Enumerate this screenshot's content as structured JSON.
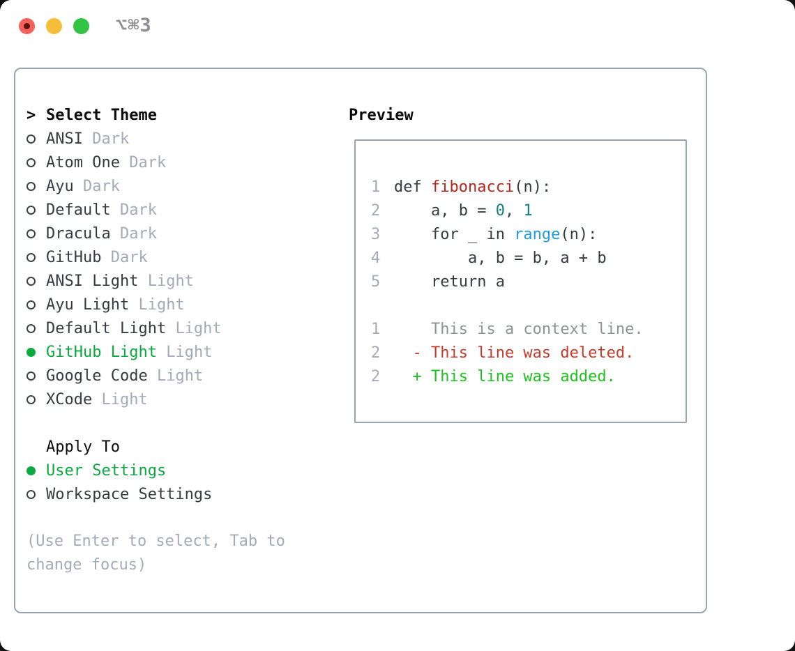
{
  "colors": {
    "accent-green": "#0aaa3f",
    "added-green": "#1dc31d",
    "deleted-red": "#c93a2a",
    "function-red": "#b7261b",
    "number-teal": "#0f807b",
    "builtin-blue": "#1f9ddf",
    "text-dark": "#363b42",
    "text-black": "#0b0b0b",
    "muted-gray": "#a3abb8",
    "context-gray": "#8e9399",
    "border-gray": "#9aa3b2",
    "titlebar-gray": "#8f9094",
    "traffic-red": "#f4615a",
    "traffic-red-dot": "#5e100b",
    "traffic-yellow": "#f6bd3b",
    "traffic-green": "#32c244"
  },
  "window": {
    "shortcut": "⌥⌘3",
    "controls": [
      "close",
      "minimize",
      "zoom"
    ]
  },
  "theme_panel": {
    "cursor": ">",
    "header": "Select Theme",
    "themes": [
      {
        "name": "ANSI",
        "variant": "Dark",
        "selected": false
      },
      {
        "name": "Atom One",
        "variant": "Dark",
        "selected": false
      },
      {
        "name": "Ayu",
        "variant": "Dark",
        "selected": false
      },
      {
        "name": "Default",
        "variant": "Dark",
        "selected": false
      },
      {
        "name": "Dracula",
        "variant": "Dark",
        "selected": false
      },
      {
        "name": "GitHub",
        "variant": "Dark",
        "selected": false
      },
      {
        "name": "ANSI Light",
        "variant": "Light",
        "selected": false
      },
      {
        "name": "Ayu Light",
        "variant": "Light",
        "selected": false
      },
      {
        "name": "Default Light",
        "variant": "Light",
        "selected": false
      },
      {
        "name": "GitHub Light",
        "variant": "Light",
        "selected": true
      },
      {
        "name": "Google Code",
        "variant": "Light",
        "selected": false
      },
      {
        "name": "XCode",
        "variant": "Light",
        "selected": false
      }
    ],
    "apply_to": {
      "header": "Apply To",
      "options": [
        {
          "name": "User Settings",
          "selected": true
        },
        {
          "name": "Workspace Settings",
          "selected": false
        }
      ]
    },
    "hint": "(Use Enter to select, Tab to change focus)"
  },
  "preview": {
    "header": "Preview",
    "code_lines": [
      {
        "num": "1",
        "tokens": [
          [
            "def ",
            "plain"
          ],
          [
            "fibonacci",
            "func"
          ],
          [
            "(n):",
            "plain"
          ]
        ]
      },
      {
        "num": "2",
        "tokens": [
          [
            "    a, b = ",
            "plain"
          ],
          [
            "0",
            "num"
          ],
          [
            ", ",
            "plain"
          ],
          [
            "1",
            "num"
          ]
        ]
      },
      {
        "num": "3",
        "tokens": [
          [
            "    for _ in ",
            "plain"
          ],
          [
            "range",
            "builtin"
          ],
          [
            "(n):",
            "plain"
          ]
        ]
      },
      {
        "num": "4",
        "tokens": [
          [
            "        a, b = b, a + b",
            "plain"
          ]
        ]
      },
      {
        "num": "5",
        "tokens": [
          [
            "    return a",
            "plain"
          ]
        ]
      }
    ],
    "diff_lines": [
      {
        "num": "1",
        "tokens": [
          [
            "    This is a context line.",
            "context"
          ]
        ]
      },
      {
        "num": "2",
        "tokens": [
          [
            "  - This line was deleted.",
            "deleted"
          ]
        ]
      },
      {
        "num": "2",
        "tokens": [
          [
            "  + This line was added.",
            "added"
          ]
        ]
      }
    ]
  }
}
